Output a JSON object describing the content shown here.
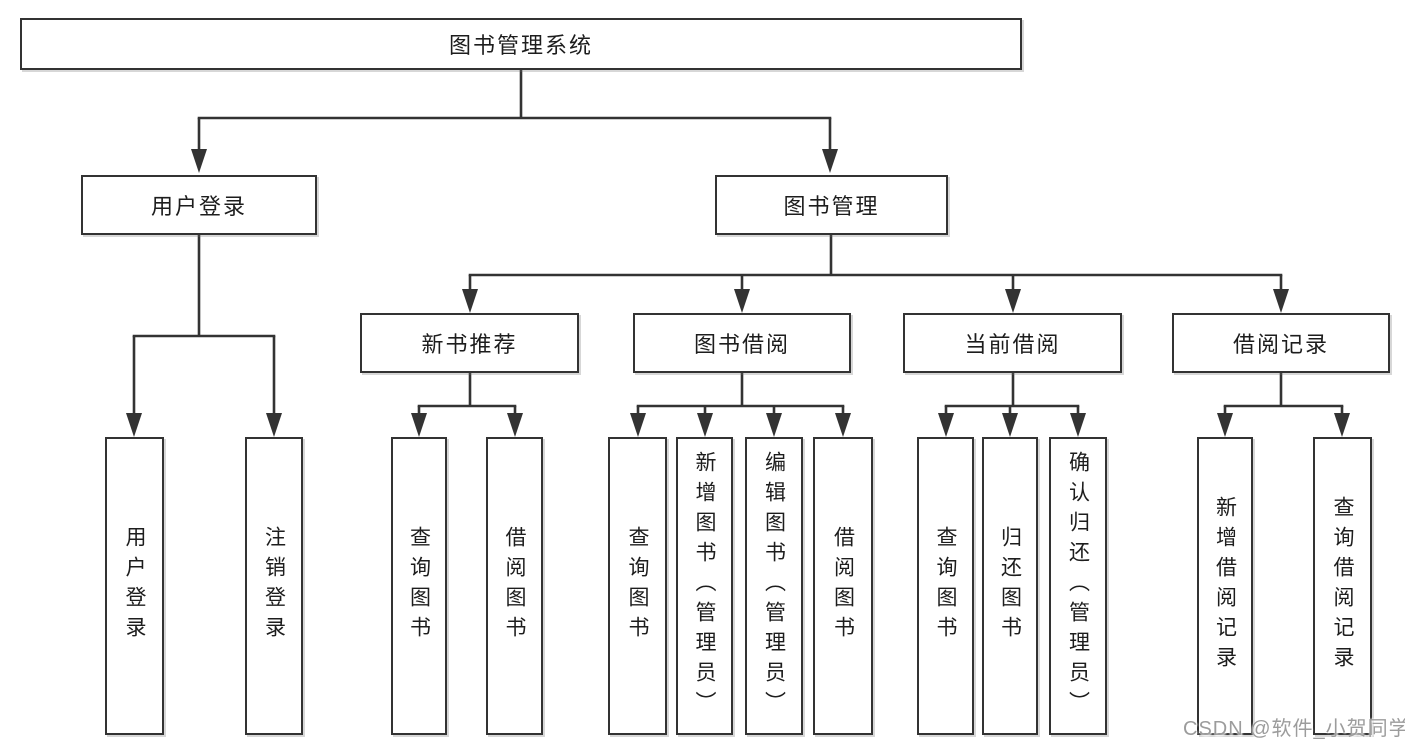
{
  "nodes": {
    "root": "图书管理系统",
    "user_login": "用户登录",
    "book_management": "图书管理",
    "new_book_recommend": "新书推荐",
    "book_borrow": "图书借阅",
    "current_borrow": "当前借阅",
    "borrow_record": "借阅记录",
    "leaf_user_login": "用户登录",
    "leaf_logout": "注销登录",
    "leaf_nbr_query_book": "查询图书",
    "leaf_nbr_borrow_book": "借阅图书",
    "leaf_bb_query_book": "查询图书",
    "leaf_bb_add_book": "新增图书（管理员）",
    "leaf_bb_edit_book": "编辑图书（管理员）",
    "leaf_bb_borrow_book": "借阅图书",
    "leaf_cb_query_book": "查询图书",
    "leaf_cb_return_book": "归还图书",
    "leaf_cb_confirm_return": "确认归还（管理员）",
    "leaf_br_add_record": "新增借阅记录",
    "leaf_br_query_record": "查询借阅记录"
  },
  "watermark": {
    "text": "CSDN @软件_小贺同学",
    "color": "#9c9c9c"
  },
  "colors": {
    "line": "#333333",
    "box_border": "#333333",
    "box_fill": "#ffffff",
    "background": "#ffffff",
    "text": "#1d1d1d"
  }
}
